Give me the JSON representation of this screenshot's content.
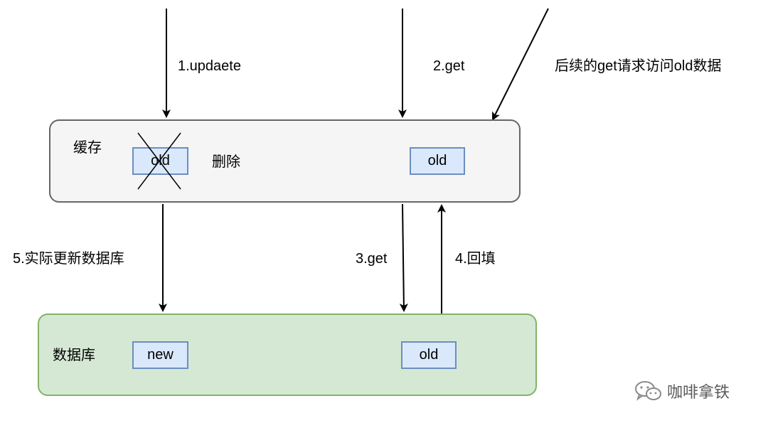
{
  "cache": {
    "title": "缓存",
    "old_value_deleted": "old",
    "delete_label": "删除",
    "old_value": "old"
  },
  "database": {
    "title": "数据库",
    "new_value": "new",
    "old_value": "old"
  },
  "edges": {
    "step1": "1.updaete",
    "step2": "2.get",
    "step3": "3.get",
    "step4": "4.回填",
    "step5": "5.实际更新数据库",
    "later_get": "后续的get请求访问old数据"
  },
  "watermark": {
    "text": "咖啡拿铁",
    "icon": "wechat-icon"
  },
  "colors": {
    "cache_fill": "#f5f5f5",
    "cache_border": "#666666",
    "db_fill": "#d5e8d4",
    "db_border": "#82b366",
    "value_fill": "#dae8fc",
    "value_border": "#6c8ebf"
  }
}
